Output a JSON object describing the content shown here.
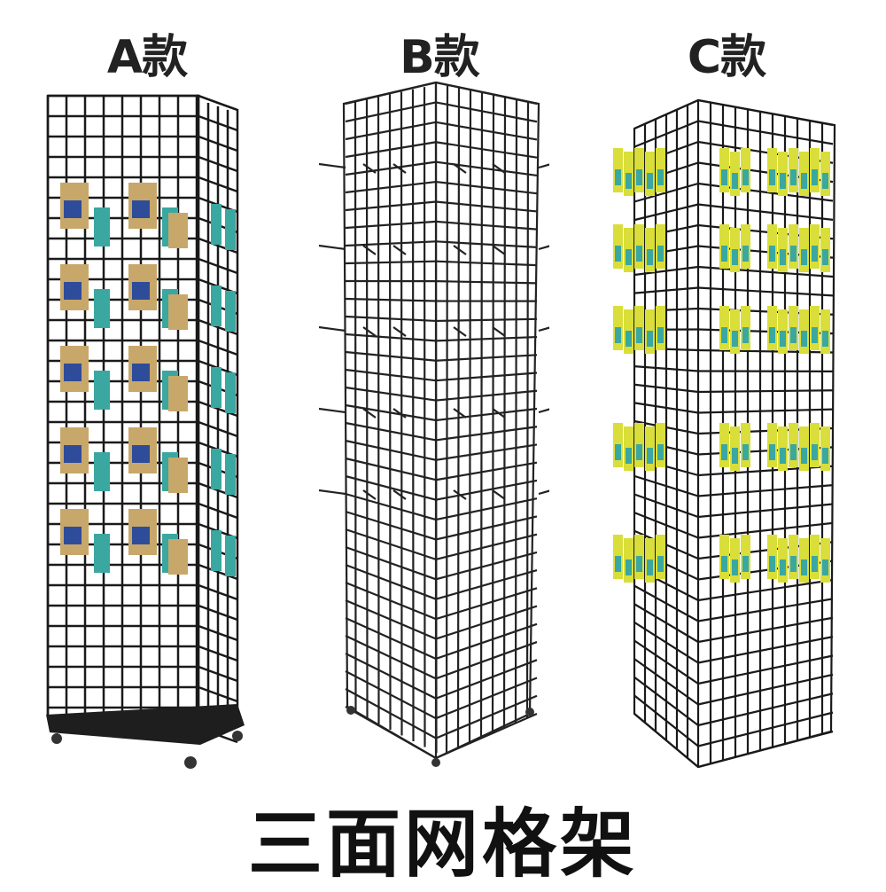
{
  "labels": {
    "a": "A款",
    "b": "B款",
    "c": "C款"
  },
  "caption": "三面网格架",
  "colors": {
    "wire": "#1a1a1a",
    "background": "#ffffff",
    "product_yellow": "#d9de3a",
    "product_teal": "#3aa7a0",
    "product_tan": "#c8a76a",
    "product_blue": "#2f4c9a"
  }
}
